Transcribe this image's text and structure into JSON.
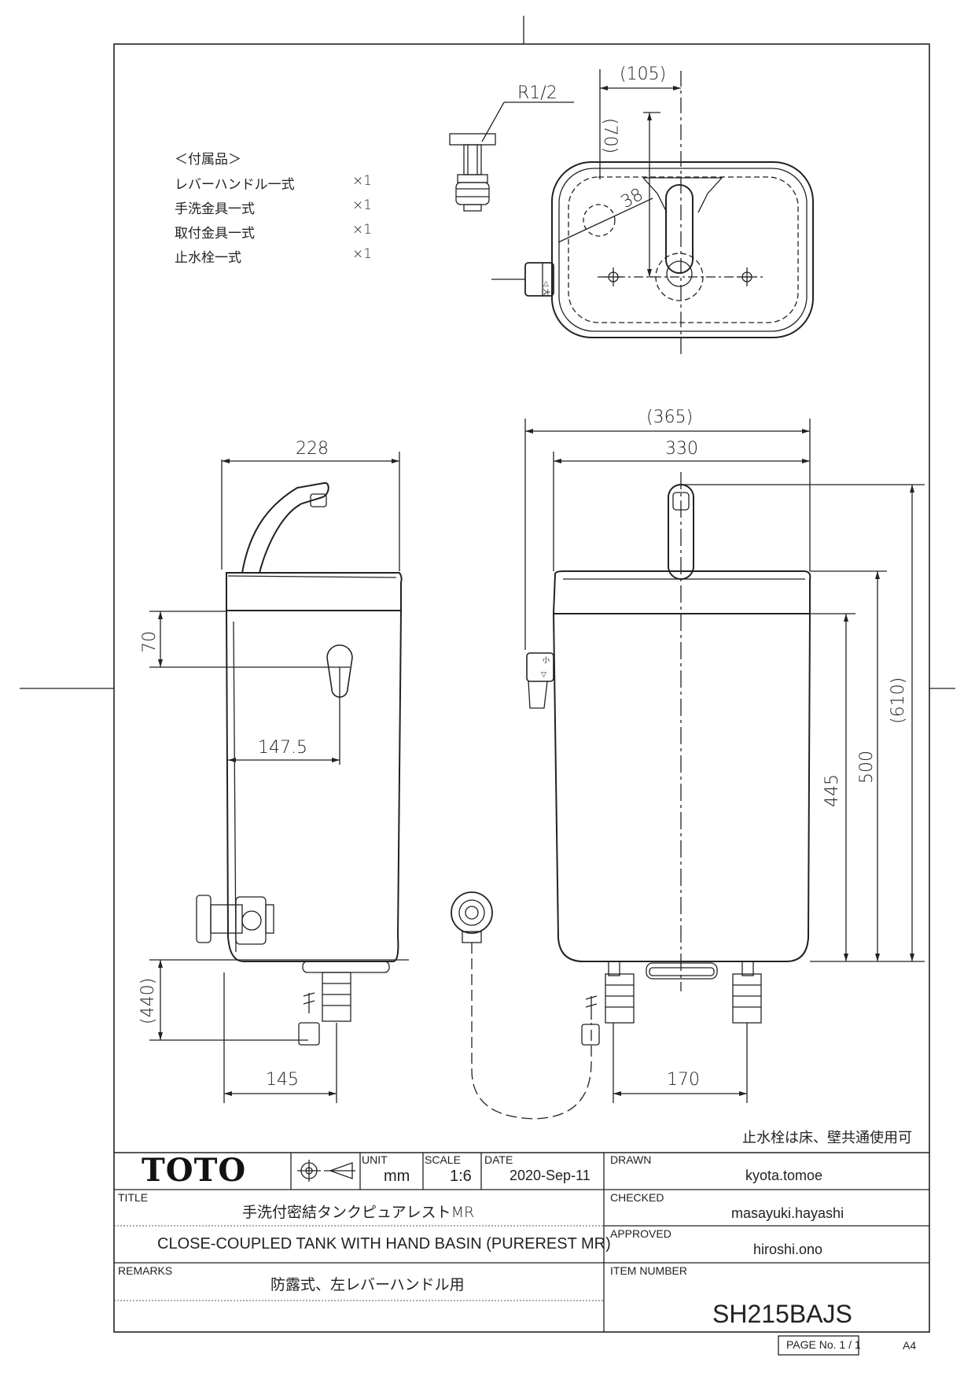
{
  "accessories": {
    "header": "＜付属品＞",
    "items": [
      {
        "name": "レバーハンドル一式",
        "qty": "×1"
      },
      {
        "name": "手洗金具一式",
        "qty": "×1"
      },
      {
        "name": "取付金具一式",
        "qty": "×1"
      },
      {
        "name": "止水栓一式",
        "qty": "×1"
      }
    ]
  },
  "dimensions": {
    "thread": "R1/2",
    "top_105": "(105)",
    "top_70": "(70)",
    "top_38": "38",
    "front_365": "(365)",
    "front_330": "330",
    "front_610": "(610)",
    "front_500": "500",
    "front_445": "445",
    "front_170": "170",
    "side_228": "228",
    "side_70": "70",
    "side_147_5": "147.5",
    "side_440": "(440)",
    "side_145": "145"
  },
  "note": "止水栓は床、壁共通使用可",
  "title_block": {
    "logo": "TOTO",
    "unit_label": "UNIT",
    "unit_value": "mm",
    "scale_label": "SCALE",
    "scale_value": "1:6",
    "date_label": "DATE",
    "date_value": "2020-Sep-11",
    "drawn_label": "DRAWN",
    "drawn_value": "kyota.tomoe",
    "title_label": "TITLE",
    "title_jp": "手洗付密結タンクピュアレストMR",
    "title_en": "CLOSE-COUPLED TANK WITH HAND BASIN (PUREREST MR)",
    "checked_label": "CHECKED",
    "checked_value": "masayuki.hayashi",
    "approved_label": "APPROVED",
    "approved_value": "hiroshi.ono",
    "remarks_label": "REMARKS",
    "remarks_value": "防露式、左レバーハンドル用",
    "item_label": "ITEM NUMBER",
    "item_value": "SH215BAJS",
    "page_label": "PAGE No.  1 / 1",
    "paper": "A4"
  }
}
